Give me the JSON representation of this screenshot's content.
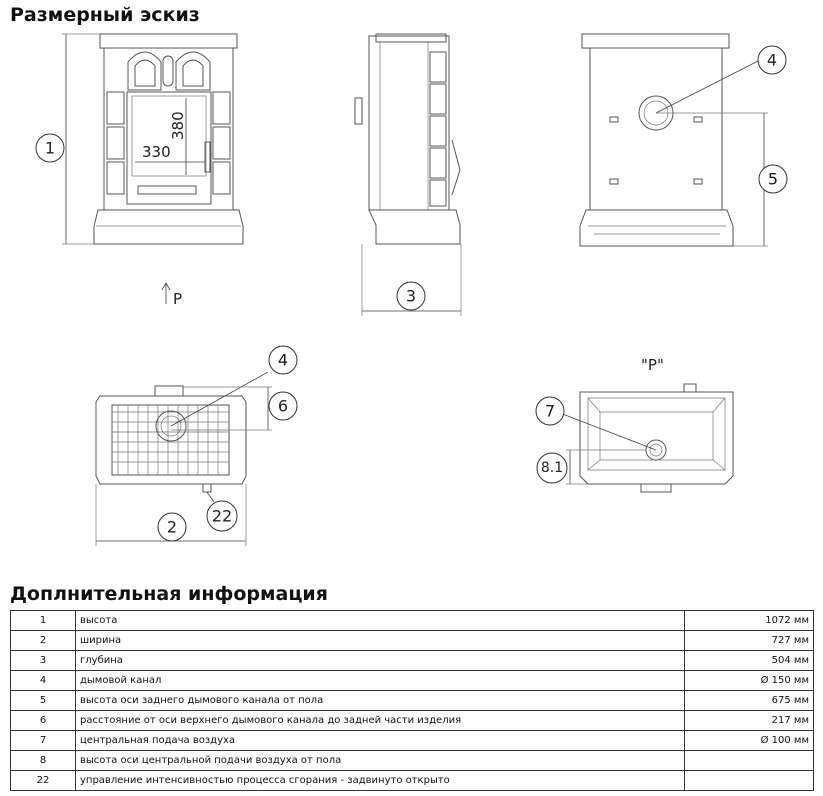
{
  "title": "Размерный эскиз",
  "section_title": "Доплнительная информация",
  "labels": {
    "b1": "1",
    "b2": "2",
    "b3": "3",
    "b4a": "4",
    "b4b": "4",
    "b5": "5",
    "b6": "6",
    "b7": "7",
    "b8": "8.1",
    "b22": "22",
    "dim330": "330",
    "dim380": "380",
    "p_arrow": "P",
    "p_view": "\"P\""
  },
  "table": [
    {
      "num": "1",
      "desc": "высота",
      "val": "1072 мм"
    },
    {
      "num": "2",
      "desc": "ширина",
      "val": "727 мм"
    },
    {
      "num": "3",
      "desc": "глубина",
      "val": "504 мм"
    },
    {
      "num": "4",
      "desc": "дымовой канал",
      "val": "Ø 150 мм"
    },
    {
      "num": "5",
      "desc": "высота оси заднего дымового канала от пола",
      "val": "675 мм"
    },
    {
      "num": "6",
      "desc": "расстояние от оси верхнего дымового канала до задней части изделия",
      "val": "217 мм"
    },
    {
      "num": "7",
      "desc": "центральная подача воздуха",
      "val": "Ø 100 мм"
    },
    {
      "num": "8",
      "desc": "высота оси центральной подачи воздуха от пола",
      "val": ""
    },
    {
      "num": "22",
      "desc": "управление интенсивностью процесса сгорания - задвинуто открыто",
      "val": ""
    }
  ]
}
